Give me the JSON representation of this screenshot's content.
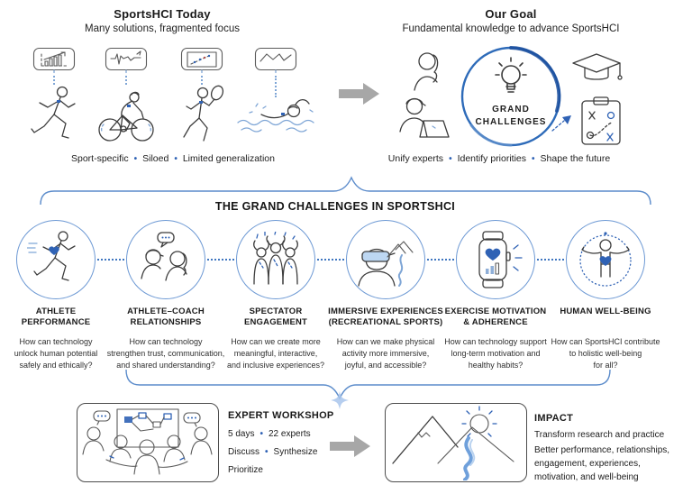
{
  "bullet": "•",
  "palette": {
    "accent_blue": "#2F62B5",
    "light_blue": "#7FA6D6",
    "circle_stroke": "#6D99D4",
    "line_dark": "#3C3C3C",
    "arrow_gray": "#A7A7A7"
  },
  "today": {
    "title": "SportsHCI Today",
    "subtitle": "Many solutions, fragmented focus",
    "icons": [
      "bar-chart-bubble",
      "pulse-bubble",
      "screen-scatter-bubble",
      "line-chart-bubble",
      "runner",
      "cyclist",
      "tennis-player",
      "swimmer"
    ],
    "tagline": [
      "Sport-specific",
      "Siloed",
      "Limited generalization"
    ]
  },
  "goal": {
    "title": "Our Goal",
    "subtitle": "Fundamental knowledge to advance SportsHCI",
    "icons": [
      "woman",
      "person-laptop",
      "graduation-cap",
      "strategy-clipboard",
      "lightbulb"
    ],
    "center_line1": "GRAND",
    "center_line2": "CHALLENGES",
    "tagline": [
      "Unify experts",
      "Identify priorities",
      "Shape the future"
    ]
  },
  "challenges": {
    "heading": "THE GRAND CHALLENGES IN SPORTSHCI",
    "items": [
      {
        "icon": "runner-heart",
        "title": "ATHLETE\nPERFORMANCE",
        "question": "How can technology\nunlock human potential\nsafely and ethically?"
      },
      {
        "icon": "athlete-coach-dialog",
        "title": "ATHLETE–COACH\nRELATIONSHIPS",
        "question": "How can technology\nstrengthen trust, communication,\nand shared understanding?"
      },
      {
        "icon": "cheering-crowd",
        "title": "SPECTATOR\nENGAGEMENT",
        "question": "How can we create more\nmeaningful, interactive,\nand inclusive experiences?"
      },
      {
        "icon": "vr-headset-person",
        "title": "IMMERSIVE EXPERIENCES\n(RECREATIONAL SPORTS)",
        "question": "How can we make physical\nactivity more immersive,\njoyful, and accessible?"
      },
      {
        "icon": "smartwatch-heart",
        "title": "EXERCISE MOTIVATION\n& ADHERENCE",
        "question": "How can technology support\nlong-term motivation and\nhealthy habits?"
      },
      {
        "icon": "open-arms-wellbeing",
        "title": "HUMAN WELL-BEING",
        "question": "How can SportsHCI contribute\nto holistic well-being\nfor all?"
      }
    ]
  },
  "workshop": {
    "title": "EXPERT WORKSHOP",
    "days": "5 days",
    "experts": "22 experts",
    "discuss": "Discuss",
    "synthesize": "Synthesize",
    "prioritize": "Prioritize"
  },
  "impact": {
    "title": "IMPACT",
    "line1": "Transform research and practice",
    "line2": "Better performance, relationships,\nengagement, experiences,\nmotivation, and well-being"
  }
}
